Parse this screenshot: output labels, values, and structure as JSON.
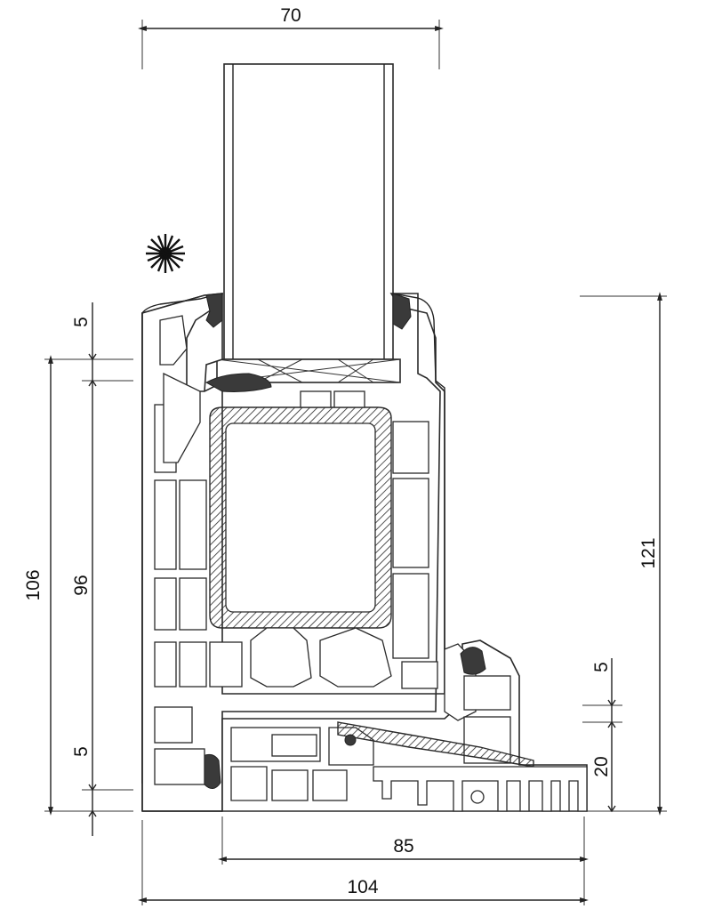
{
  "dimensions": {
    "top_width": "70",
    "frame_height": "106",
    "inner_height": "96",
    "top_gap": "5",
    "bottom_gap": "5",
    "right_height": "121",
    "sill_gap": "5",
    "sill_height": "20",
    "inner_width": "85",
    "outer_width": "104"
  },
  "icons": {
    "sun": "sun-icon"
  }
}
